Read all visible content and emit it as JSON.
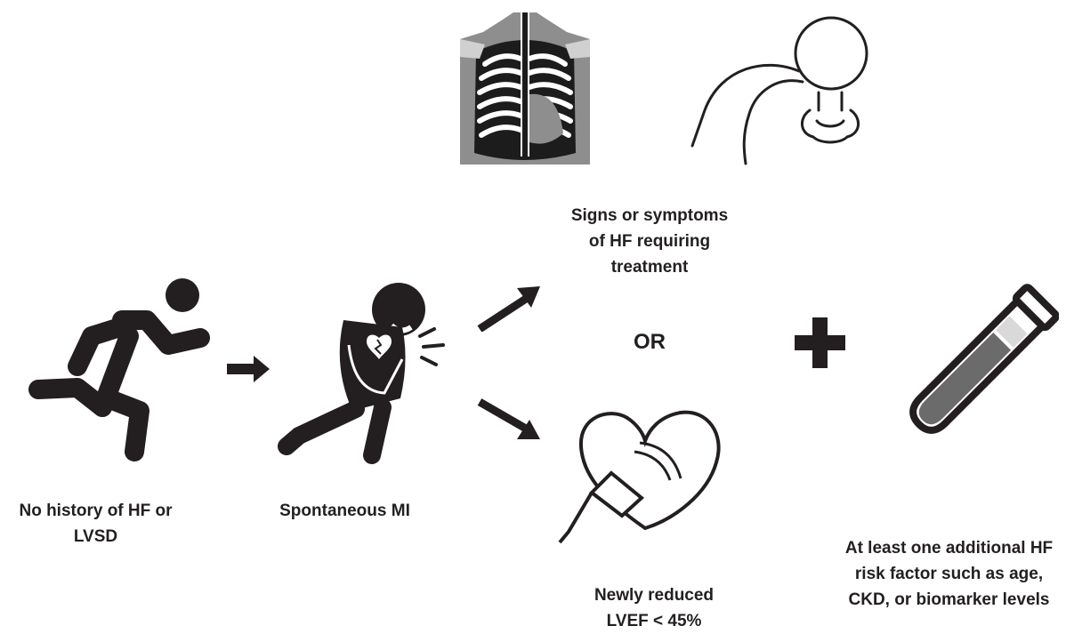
{
  "steps": {
    "no_history": [
      "No history of HF or",
      "LVSD"
    ],
    "spontaneous_mi": [
      "Spontaneous MI"
    ],
    "signs_symptoms": [
      "Signs or symptoms",
      "of HF requiring",
      "treatment"
    ],
    "or_text": "OR",
    "reduced_lvef": [
      "Newly reduced",
      "LVEF < 45%"
    ],
    "risk_factor": [
      "At least one additional HF",
      "risk factor such as age,",
      "CKD, or biomarker levels"
    ]
  },
  "icons": {
    "runner": "running-person-icon",
    "mi": "heart-attack-person-icon",
    "xray": "chest-xray-icon",
    "dyspnea": "breathless-person-icon",
    "echo": "echocardiogram-heart-icon",
    "plus": "plus-icon",
    "tube": "blood-test-tube-icon"
  },
  "colors": {
    "ink": "#231f20",
    "gray": "#8a8a8a",
    "light": "#d9d9d9"
  }
}
